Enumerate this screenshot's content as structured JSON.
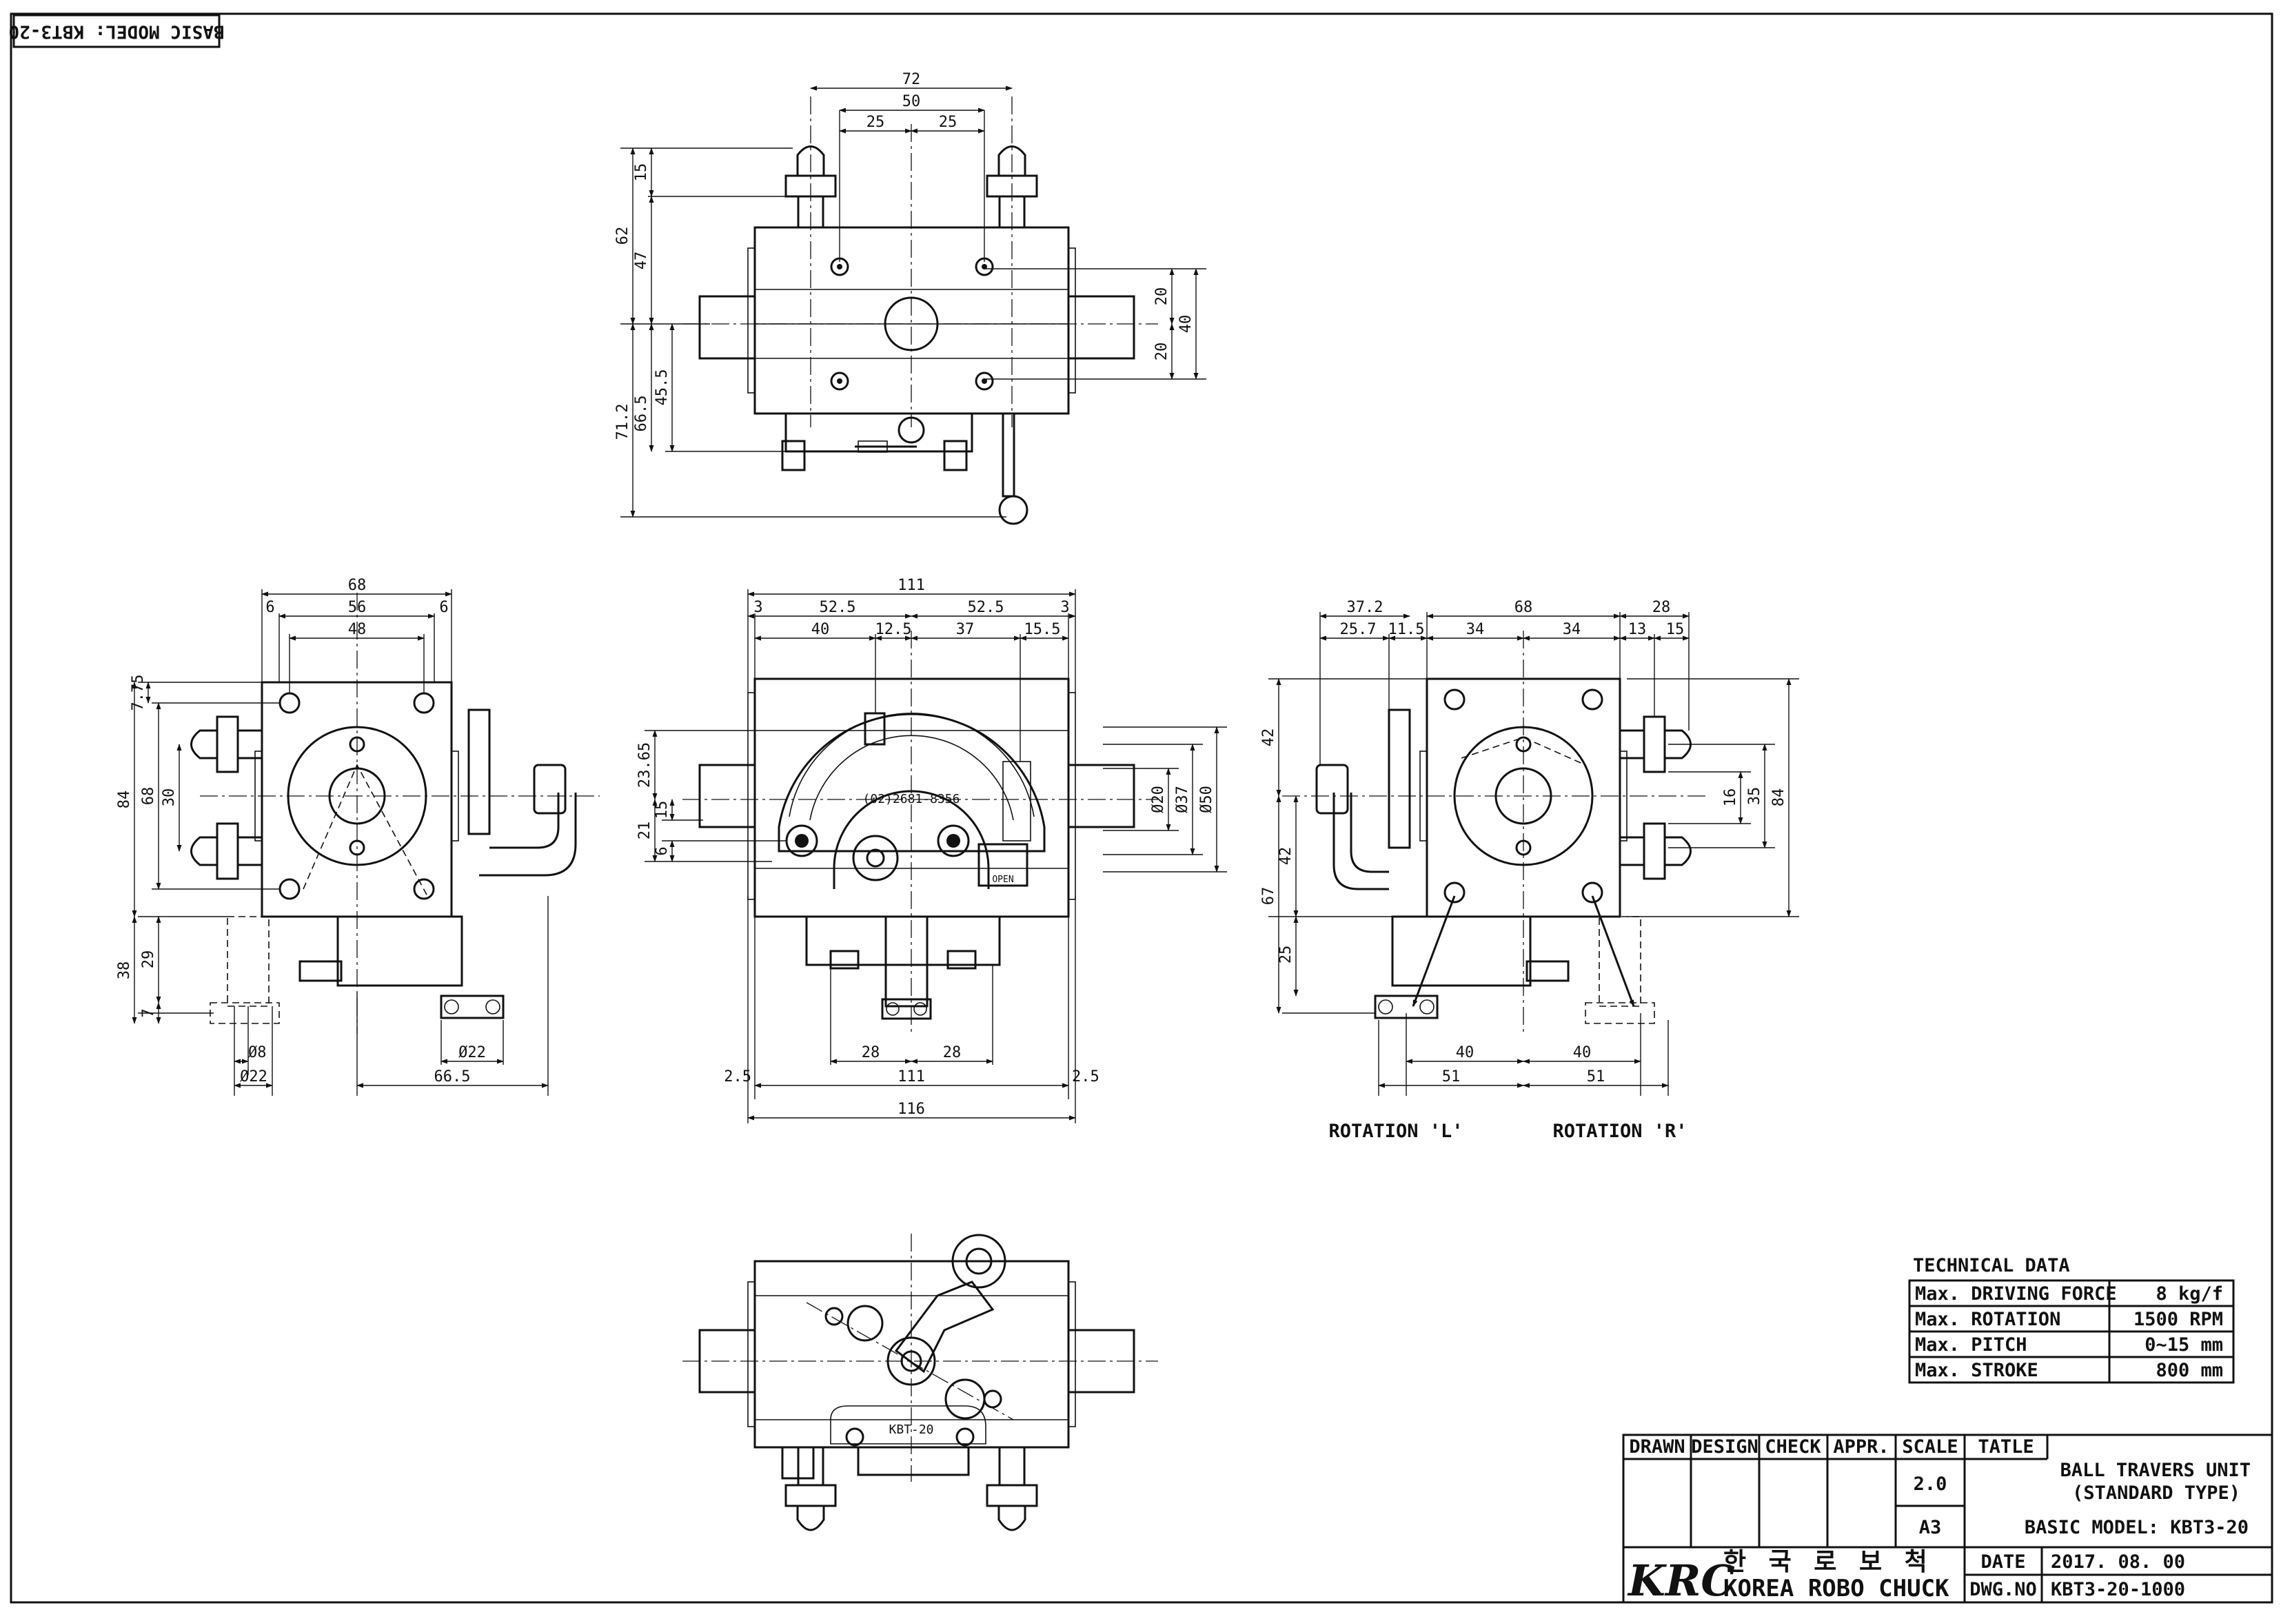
{
  "header_label": "BASIC MODEL: KBT3-20",
  "dims": {
    "top": {
      "d72": "72",
      "d50": "50",
      "d25a": "25",
      "d25b": "25",
      "d15": "15",
      "d62": "62",
      "d47": "47",
      "d20a": "20",
      "d20b": "20",
      "d40": "40",
      "d455": "45.5",
      "d665": "66.5",
      "d712": "71.2"
    },
    "left": {
      "d68": "68",
      "d56": "56",
      "d6a": "6",
      "d6b": "6",
      "d48": "48",
      "d775": "7.75",
      "d84": "84",
      "d68v": "68",
      "d30": "30",
      "d38": "38",
      "d29": "29",
      "d7": "7",
      "d8": "Ø8",
      "d22a": "Ø22",
      "d22b": "Ø22",
      "d665": "66.5"
    },
    "front": {
      "d111": "111",
      "d3a": "3",
      "d3b": "3",
      "d525a": "52.5",
      "d525b": "52.5",
      "d40": "40",
      "d125": "12.5",
      "d37": "37",
      "d155": "15.5",
      "d2365": "23.65",
      "d15": "15",
      "d21": "21",
      "d6": "6",
      "d020": "Ø20",
      "d037": "Ø37",
      "d050": "Ø50",
      "d28a": "28",
      "d28b": "28",
      "d25a": "2.5",
      "d111b": "111",
      "d25b": "2.5",
      "d116": "116"
    },
    "right": {
      "d372": "37.2",
      "d68": "68",
      "d28": "28",
      "d257": "25.7",
      "d115": "11.5",
      "d34a": "34",
      "d34b": "34",
      "d13": "13",
      "d15": "15",
      "d42a": "42",
      "d42b": "42",
      "d67": "67",
      "d25": "25",
      "d16": "16",
      "d35": "35",
      "d84": "84",
      "d40a": "40",
      "d40b": "40",
      "d51a": "51",
      "d51b": "51"
    }
  },
  "rotation_labels": {
    "left": "ROTATION 'L'",
    "right": "ROTATION 'R'"
  },
  "dial_text": "(02)2681-8356",
  "dial_open": "OPEN",
  "bottom_label": "KBT-20",
  "technical_data": {
    "title": "TECHNICAL DATA",
    "rows": [
      {
        "label": "Max. DRIVING FORCE",
        "value": "8 kg/f"
      },
      {
        "label": "Max. ROTATION",
        "value": "1500 RPM"
      },
      {
        "label": "Max. PITCH",
        "value": "0~15 mm"
      },
      {
        "label": "Max. STROKE",
        "value": "800 mm"
      }
    ]
  },
  "title_block": {
    "headers": [
      "DRAWN",
      "DESIGN",
      "CHECK",
      "APPR.",
      "SCALE"
    ],
    "scale": "2.0",
    "size": "A3",
    "tatle_label": "TATLE",
    "title_line1": "BALL TRAVERS UNIT",
    "title_line2": "(STANDARD TYPE)",
    "basic_model": "BASIC MODEL: KBT3-20",
    "logo": "KRC",
    "korean_name": "한 국 로 보 척",
    "company": "KOREA ROBO CHUCK",
    "date_label": "DATE",
    "date": "2017. 08. 00",
    "dwg_label": "DWG.NO",
    "dwg_no": "KBT3-20-1000"
  }
}
